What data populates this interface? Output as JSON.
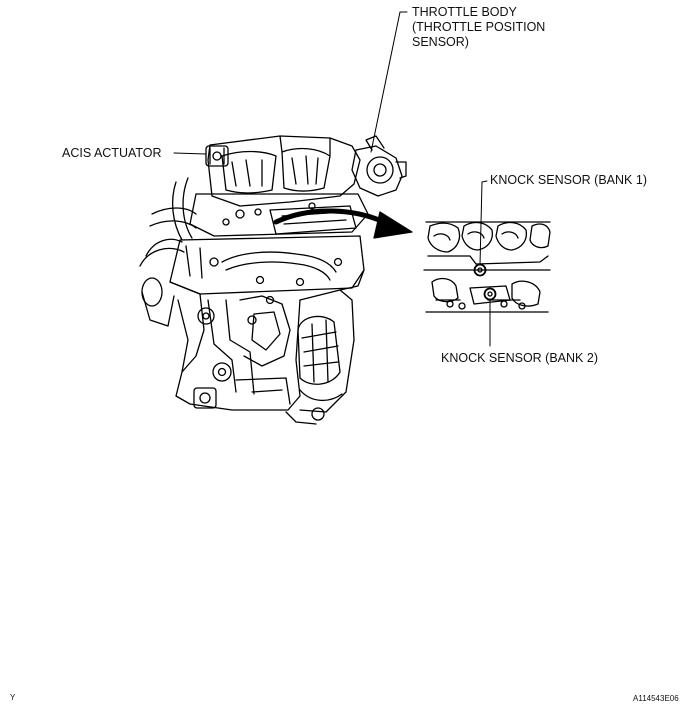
{
  "labels": {
    "throttle_line1": "THROTTLE BODY",
    "throttle_line2": "(THROTTLE POSITION",
    "throttle_line3": "SENSOR)",
    "acis": "ACIS ACTUATOR",
    "knock_bank1": "KNOCK SENSOR (BANK 1)",
    "knock_bank2": "KNOCK SENSOR (BANK 2)"
  },
  "corner": {
    "left_mark": "Y",
    "figure_code": "A114543E06"
  }
}
